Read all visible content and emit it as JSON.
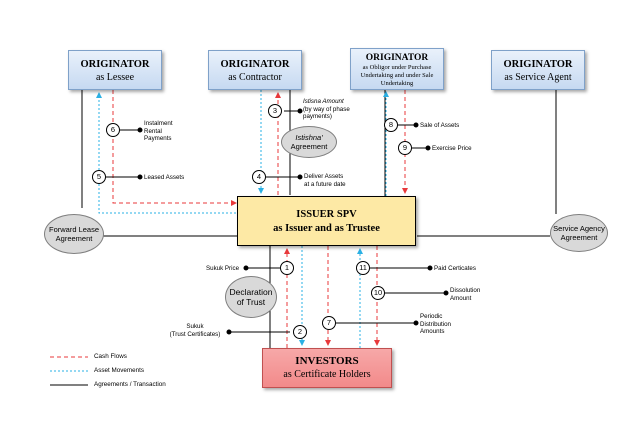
{
  "originators": {
    "lessee": {
      "title": "ORIGINATOR",
      "role": "as Lessee"
    },
    "contractor": {
      "title": "ORIGINATOR",
      "role": "as Contractor"
    },
    "obligor": {
      "title": "ORIGINATOR",
      "role": "as Obligor under Purchase Undertaking and under Sale Undertaking"
    },
    "service_agent": {
      "title": "ORIGINATOR",
      "role": "as Service Agent"
    }
  },
  "spv": {
    "line1": "ISSUER SPV",
    "line2": "as Issuer and as Trustee"
  },
  "investors": {
    "title": "INVESTORS",
    "role": "as Certificate Holders"
  },
  "agreements": {
    "istishna": {
      "line1": "Istishna'",
      "line2": "Agreement"
    },
    "forward_lease": {
      "line1": "Forward Lease",
      "line2": "Agreement"
    },
    "service_agency": {
      "line1": "Service Agency",
      "line2": "Agreement"
    },
    "declaration": {
      "line1": "Declaration",
      "line2": "of Trust"
    }
  },
  "steps": [
    {
      "num": "1",
      "label1": "Sukuk Price",
      "label2": "",
      "label3": ""
    },
    {
      "num": "2",
      "label1": "Sukuk",
      "label2": "(Trust Certificates)",
      "label3": ""
    },
    {
      "num": "3",
      "label1": "Istisna Amount",
      "label2": "(by way of phase",
      "label3": "payments)"
    },
    {
      "num": "4",
      "label1": "Deliver Assets",
      "label2": "at a future date",
      "label3": ""
    },
    {
      "num": "5",
      "label1": "Leased Assets",
      "label2": "",
      "label3": ""
    },
    {
      "num": "6",
      "label1": "Instalment",
      "label2": "Rental",
      "label3": "Payments"
    },
    {
      "num": "7",
      "label1": "Periodic",
      "label2": "Distribution",
      "label3": "Amounts"
    },
    {
      "num": "8",
      "label1": "Sale of Assets",
      "label2": "",
      "label3": ""
    },
    {
      "num": "9",
      "label1": "Exercise Price",
      "label2": "",
      "label3": ""
    },
    {
      "num": "10",
      "label1": "Dissolution",
      "label2": "Amount",
      "label3": ""
    },
    {
      "num": "11",
      "label1": "Paid Certicates",
      "label2": "",
      "label3": ""
    }
  ],
  "legend": {
    "cash_flows": "Cash Flows",
    "asset_movements": "Asset Movements",
    "agreements": "Agreements / Transaction"
  },
  "colors": {
    "cash_flow": "#e8393b",
    "asset_movement": "#2ab0e4",
    "agreement": "#000000",
    "originator_fill": "#c6d9f1",
    "spv_fill": "#fde9a5",
    "investor_fill": "#f28a8a"
  }
}
